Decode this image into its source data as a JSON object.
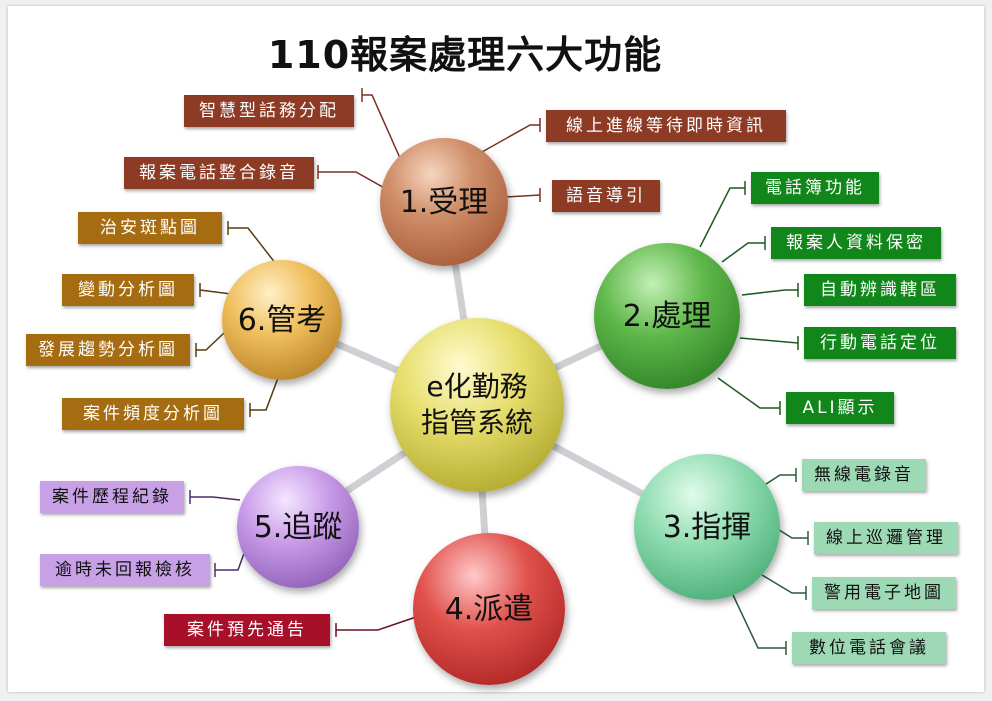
{
  "title": "110報案處理六大功能",
  "center": {
    "line1": "e化勤務",
    "line2": "指管系統"
  },
  "nodes": {
    "n1": {
      "label": "1.受理",
      "items": [
        "智慧型話務分配",
        "線上進線等待即時資訊",
        "報案電話整合錄音",
        "語音導引"
      ]
    },
    "n2": {
      "label": "2.處理",
      "items": [
        "電話簿功能",
        "報案人資料保密",
        "自動辨識轄區",
        "行動電話定位",
        "ALI顯示"
      ]
    },
    "n3": {
      "label": "3.指揮",
      "items": [
        "無線電錄音",
        "線上巡邏管理",
        "警用電子地圖",
        "數位電話會議"
      ]
    },
    "n4": {
      "label": "4.派遣",
      "items": [
        "案件預先通告"
      ]
    },
    "n5": {
      "label": "5.追蹤",
      "items": [
        "案件歷程紀錄",
        "逾時未回報檢核"
      ]
    },
    "n6": {
      "label": "6.管考",
      "items": [
        "治安斑點圖",
        "變動分析圖",
        "發展趨勢分析圖",
        "案件頻度分析圖"
      ]
    }
  },
  "colors": {
    "n1": "#8e3b25",
    "n2": "#11861b",
    "n3": "#9ed9b5",
    "n4": "#a8102a",
    "n5": "#c7a0e6",
    "n6": "#a56c12"
  }
}
